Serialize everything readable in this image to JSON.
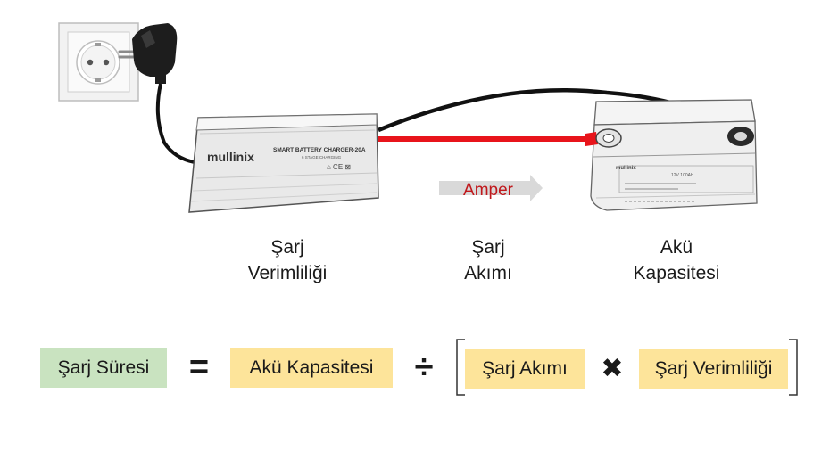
{
  "charger": {
    "brand": "mullinix",
    "model": "SMART BATTERY CHARGER-20A",
    "subtitle": "6 STAGE CHARGING"
  },
  "battery": {
    "brand": "mullinix",
    "model": "12V 100Ah"
  },
  "current_arrow_label": "Amper",
  "captions": {
    "charger": [
      "Şarj",
      "Verimliliği"
    ],
    "current": [
      "Şarj",
      "Akımı"
    ],
    "battery": [
      "Akü",
      "Kapasitesi"
    ]
  },
  "formula": {
    "result": "Şarj Süresi",
    "equals": "=",
    "capacity": "Akü Kapasitesi",
    "divide": "÷",
    "current": "Şarj Akımı",
    "multiply": "✖",
    "efficiency": "Şarj Verimliliği"
  },
  "colors": {
    "cable_black": "#111111",
    "cable_red": "#e8141b",
    "arrow_grey": "#d9d9d9",
    "amper_text": "#c0181c",
    "box_green": "#c9e3c0",
    "box_yellow": "#fde49a"
  }
}
